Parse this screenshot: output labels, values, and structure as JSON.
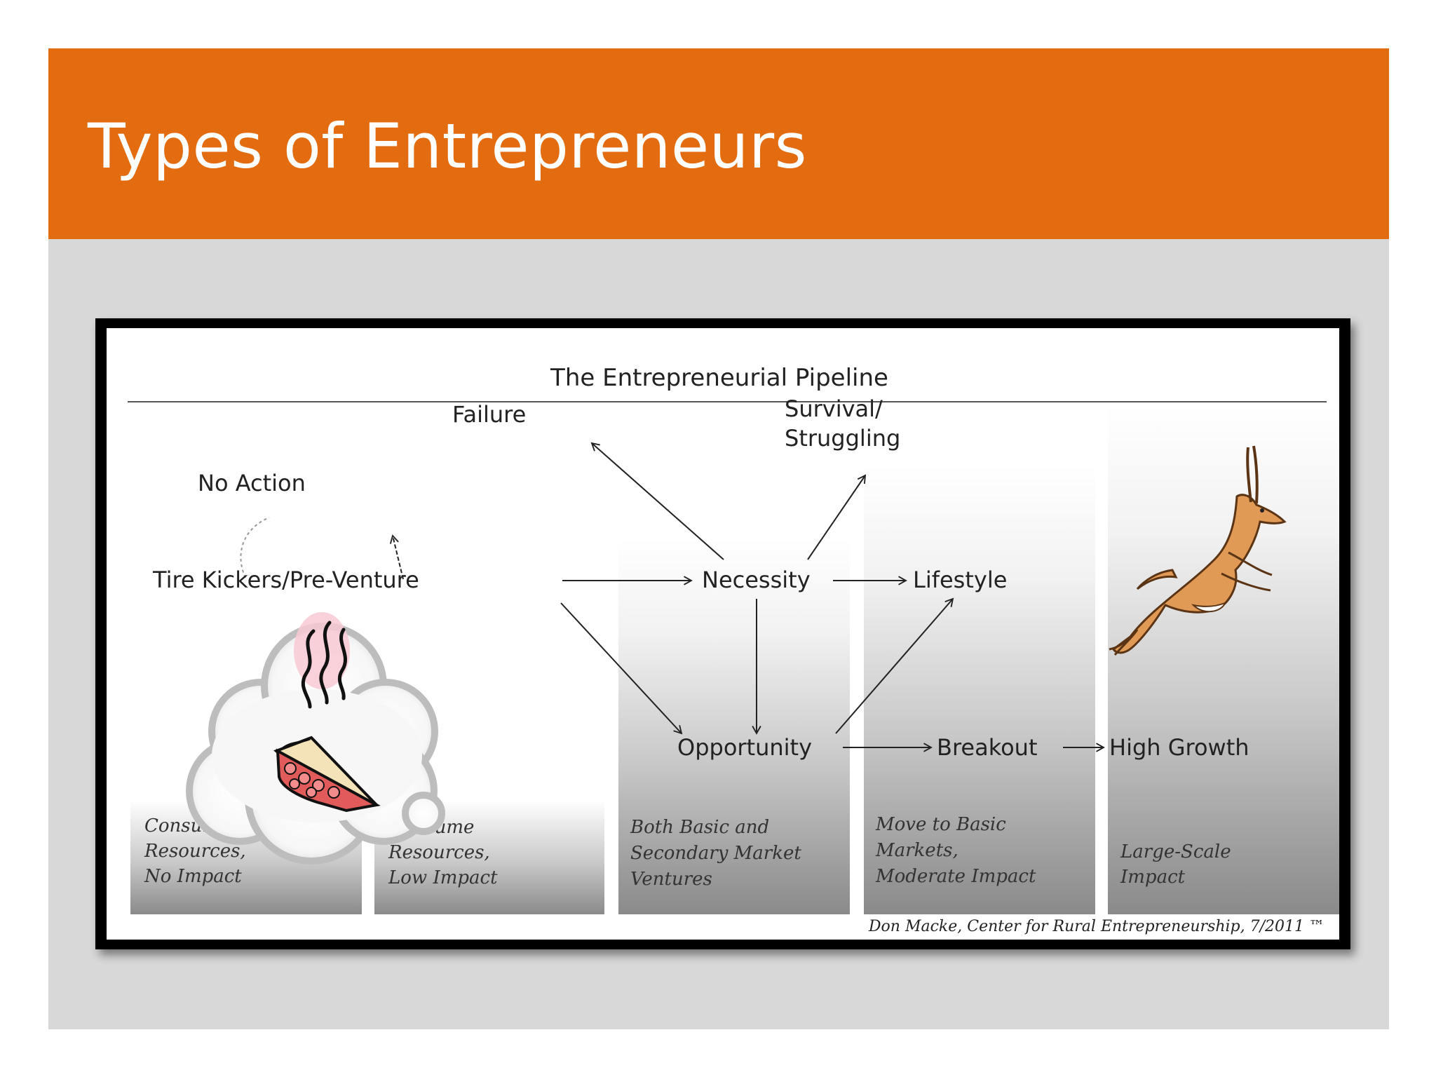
{
  "slide": {
    "title": "Types of Entrepreneurs",
    "colors": {
      "header": "#e36c11",
      "background": "#d8d8d8",
      "frame": "#000000"
    }
  },
  "diagram": {
    "title": "The Entrepreneurial Pipeline",
    "nodes": {
      "no_action": "No Action",
      "failure": "Failure",
      "survival_line1": "Survival/",
      "survival_line2": "Struggling",
      "tire_kickers": "Tire Kickers/Pre-Venture",
      "necessity": "Necessity",
      "lifestyle": "Lifestyle",
      "opportunity": "Opportunity",
      "breakout": "Breakout",
      "high_growth": "High Growth"
    },
    "columns": [
      {
        "line1": "Consume",
        "line2": "Resources,",
        "line3": "No Impact"
      },
      {
        "line1": "Consume",
        "line2": "Resources,",
        "line3": "Low Impact"
      },
      {
        "line1": "Both Basic and",
        "line2": "Secondary Market",
        "line3": "Ventures"
      },
      {
        "line1": "Move to Basic",
        "line2": "Markets,",
        "line3": "Moderate Impact"
      },
      {
        "line1": "Large-Scale",
        "line2": "Impact"
      }
    ],
    "credit": "Don Macke, Center for Rural Entrepreneurship, 7/2011 ™",
    "icons": [
      "cloud-icon",
      "pie-icon",
      "gazelle-icon"
    ]
  }
}
